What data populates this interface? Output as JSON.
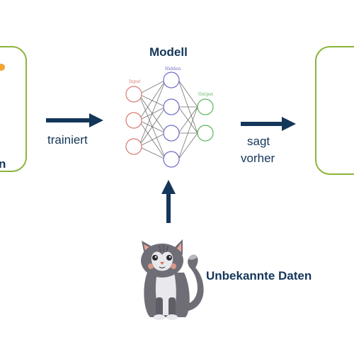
{
  "left_box": {
    "partial_label": "n"
  },
  "model": {
    "title": "Modell",
    "layers": {
      "input": "Input",
      "hidden": "Hidden",
      "output": "Output"
    }
  },
  "arrows": {
    "train_label": "trainiert",
    "predict_label_line1": "sagt",
    "predict_label_line2": "vorher"
  },
  "unknown_data": {
    "label": "Unbekannte Daten"
  },
  "colors": {
    "arrow": "#14365a",
    "box_border": "#8db43a",
    "input_layer": "#d97a6e",
    "hidden_layer": "#6b6bc9",
    "output_layer": "#5cb55c",
    "edge": "#444444",
    "accent_orange": "#f2a531"
  },
  "icons": {
    "cat": "cat-illustration"
  }
}
